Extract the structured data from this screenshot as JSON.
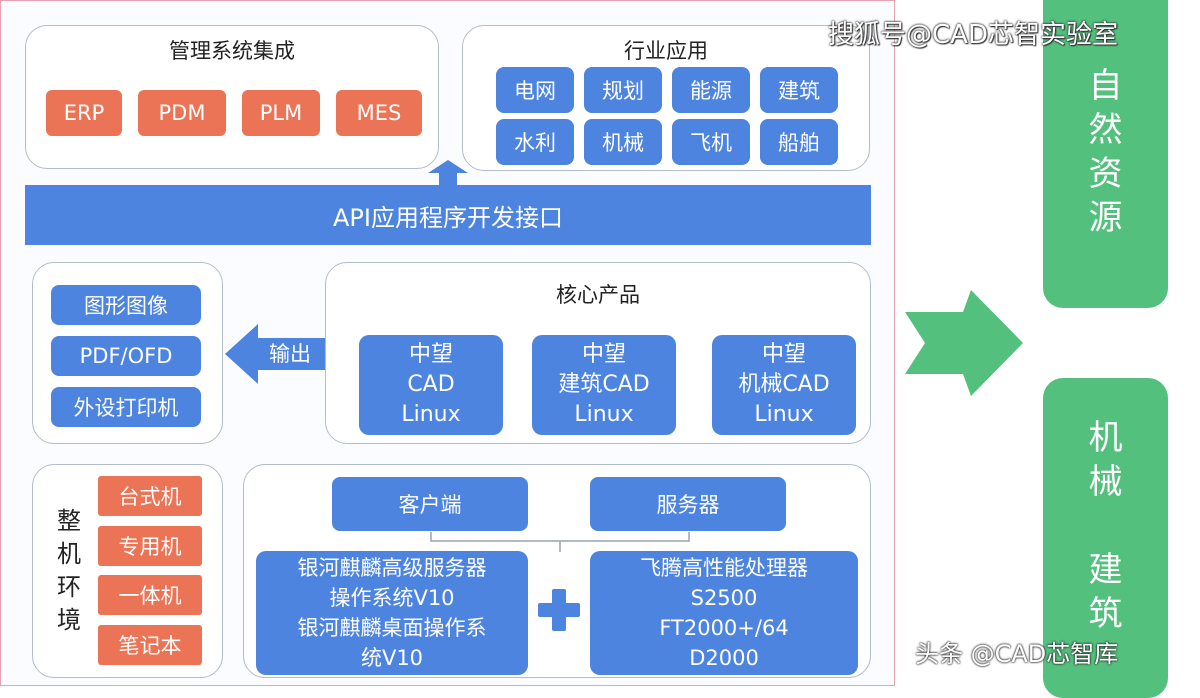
{
  "management": {
    "title": "管理系统集成",
    "items": [
      "ERP",
      "PDM",
      "PLM",
      "MES"
    ]
  },
  "industry": {
    "title": "行业应用",
    "items": [
      "电网",
      "规划",
      "能源",
      "建筑",
      "水利",
      "机械",
      "飞机",
      "船舶"
    ]
  },
  "api": {
    "label": "API应用程序开发接口"
  },
  "output_panel": {
    "items": [
      "图形图像",
      "PDF/OFD",
      "外设打印机"
    ],
    "arrow_label": "输出"
  },
  "core": {
    "title": "核心产品",
    "products": [
      {
        "line1": "中望",
        "line2": "CAD",
        "line3": "Linux"
      },
      {
        "line1": "中望",
        "line2": "建筑CAD",
        "line3": "Linux"
      },
      {
        "line1": "中望",
        "line2": "机械CAD",
        "line3": "Linux"
      }
    ]
  },
  "machine_env": {
    "title_chars": [
      "整",
      "机",
      "环",
      "境"
    ],
    "items": [
      "台式机",
      "专用机",
      "一体机",
      "笔记本"
    ]
  },
  "base": {
    "client_label": "客户端",
    "server_label": "服务器",
    "os": {
      "line1": "银河麒麟高级服务器",
      "line2": "操作系统V10",
      "line3": "银河麒麟桌面操作系",
      "line4": "统V10"
    },
    "plus": "+",
    "cpu": {
      "line1": "飞腾高性能处理器",
      "line2": "S2500",
      "line3": "FT2000+/64",
      "line4": "D2000"
    }
  },
  "right": {
    "box1_chars": [
      "自",
      "然",
      "资",
      "源"
    ],
    "box2_chars": [
      "机",
      "械",
      "",
      "建",
      "筑"
    ]
  },
  "watermarks": {
    "top": "搜狐号@CAD芯智实验室",
    "bottom": "头条 @CAD芯智库"
  },
  "colors": {
    "blue": "#4d84df",
    "orange": "#ea7455",
    "green": "#54c07e",
    "frame": "#e9a2b0"
  }
}
